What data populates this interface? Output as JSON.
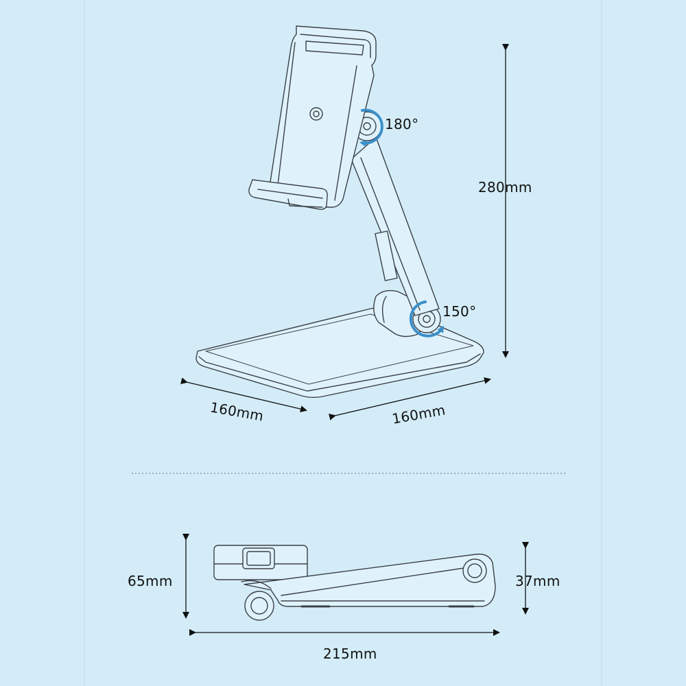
{
  "colors": {
    "background": "#d3ecf8",
    "line": "#3b3f45",
    "accent": "#3a8fc9",
    "separator": "#7a8a94"
  },
  "dimensions": {
    "height_label": "280mm",
    "depth_label": "160mm",
    "width_label": "160mm",
    "rotation_top_label": "180°",
    "rotation_bottom_label": "150°",
    "folded_height_label": "65mm",
    "folded_base_label": "37mm",
    "folded_length_label": "215mm"
  }
}
